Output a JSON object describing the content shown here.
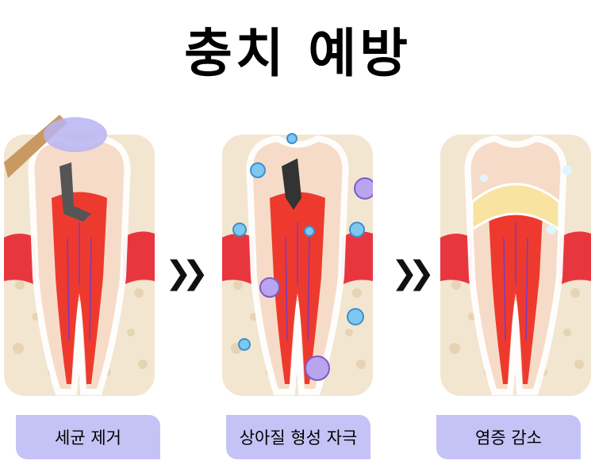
{
  "title": "충치 예방",
  "stages": [
    {
      "label": "세균 제거"
    },
    {
      "label": "상아질 형성 자극"
    },
    {
      "label": "염증 감소"
    }
  ],
  "colors": {
    "label_bg": "#c5c3f5",
    "gum": "#e8363f",
    "bone": "#f2e4cc",
    "pulp": "#ee3a2e",
    "enamel": "#f6d9c4"
  }
}
